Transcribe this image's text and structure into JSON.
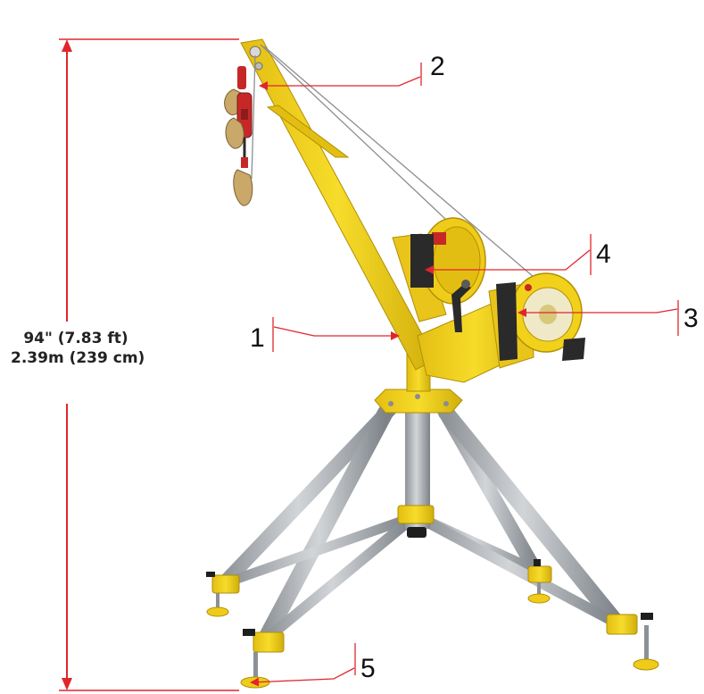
{
  "height_dimension": {
    "imperial": "94\" (7.83 ft)",
    "metric": "2.39m (239 cm)"
  },
  "callouts": {
    "c1": "1",
    "c2": "2",
    "c3": "3",
    "c4": "4",
    "c5": "5"
  },
  "colors": {
    "yellow": "#F2D11B",
    "yellow_dark": "#C9A60A",
    "steel": "#A9AEB3",
    "steel_dark": "#7C8288",
    "annotation_red": "#E0262B",
    "black": "#1E1E1E"
  }
}
